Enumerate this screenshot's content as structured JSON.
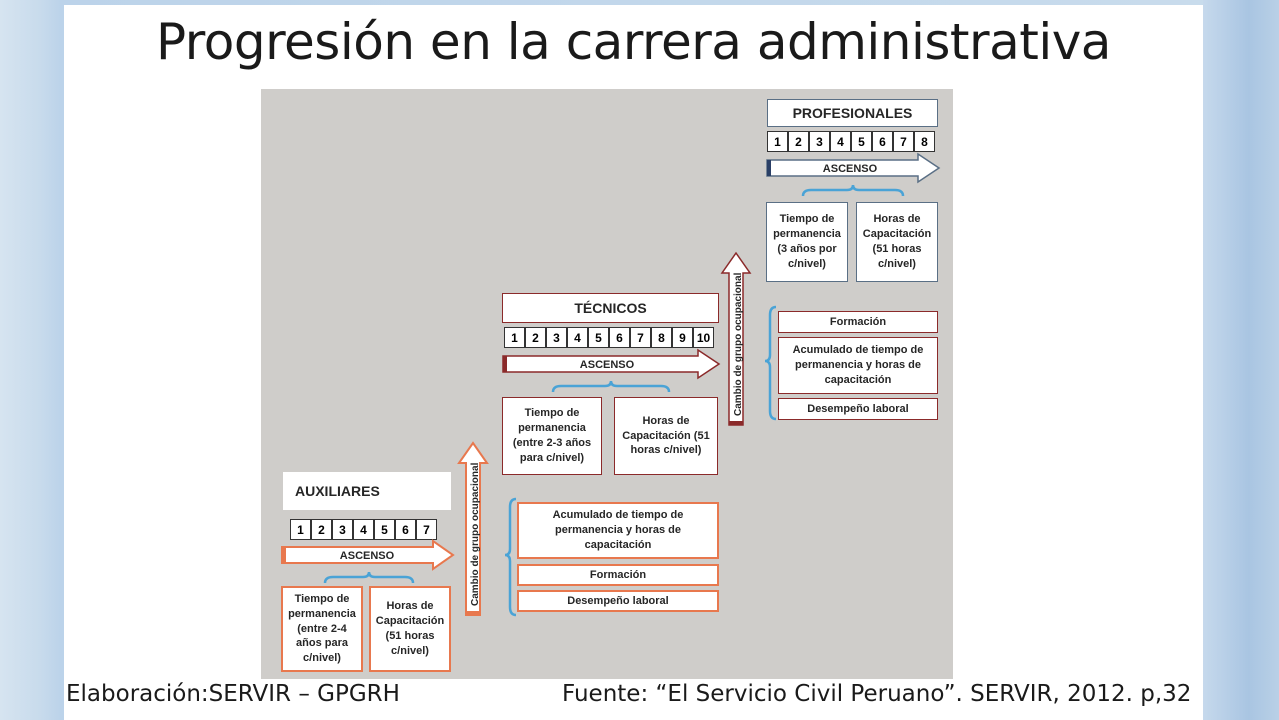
{
  "title": "Progresión en la carrera administrativa",
  "colors": {
    "orange": "#e8784e",
    "blue": "#4aa3d6",
    "dark_red": "#8b2a2a",
    "diagram_bg": "#cfcdca"
  },
  "auxiliares": {
    "title": "AUXILIARES",
    "levels": [
      "1",
      "2",
      "3",
      "4",
      "5",
      "6",
      "7"
    ],
    "ascenso": "ASCENSO",
    "tiempo": "Tiempo de permanencia (entre 2-4 años para c/nivel)",
    "horas": "Horas de Capacitación (51 horas c/nivel)"
  },
  "cambio1": "Cambio de grupo ocupacional",
  "req1": {
    "acumulado": "Acumulado de tiempo de permanencia y horas de capacitación",
    "formacion": "Formación",
    "desempeno": "Desempeño laboral"
  },
  "tecnicos": {
    "title": "TÉCNICOS",
    "levels": [
      "1",
      "2",
      "3",
      "4",
      "5",
      "6",
      "7",
      "8",
      "9",
      "10"
    ],
    "ascenso": "ASCENSO",
    "tiempo": "Tiempo de permanencia (entre 2-3 años para c/nivel)",
    "horas": "Horas de Capacitación (51 horas c/nivel)"
  },
  "cambio2": "Cambio de grupo ocupacional",
  "req2": {
    "formacion": "Formación",
    "acumulado": "Acumulado de tiempo de permanencia y horas de capacitación",
    "desempeno": "Desempeño laboral"
  },
  "profesionales": {
    "title": "PROFESIONALES",
    "levels": [
      "1",
      "2",
      "3",
      "4",
      "5",
      "6",
      "7",
      "8"
    ],
    "ascenso": "ASCENSO",
    "tiempo": "Tiempo de permanencia (3 años por c/nivel)",
    "horas": "Horas de Capacitación (51 horas c/nivel)"
  },
  "footer": {
    "left": "Elaboración:SERVIR – GPGRH",
    "right": "Fuente: “El Servicio Civil Peruano”. SERVIR, 2012. p,32"
  }
}
